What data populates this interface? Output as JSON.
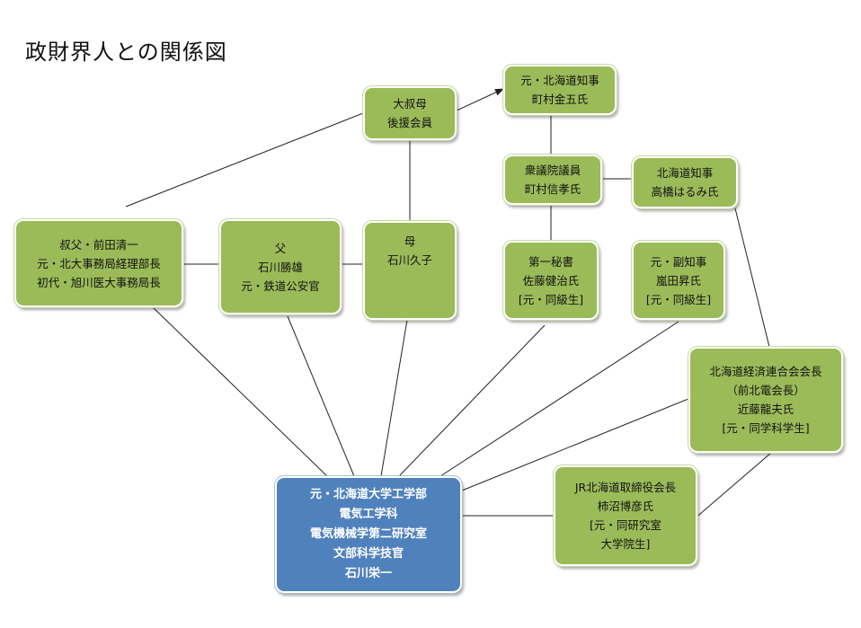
{
  "title": "政財界人との関係図",
  "colors": {
    "node_green": "#9bbb59",
    "node_blue": "#4f81bd",
    "edge": "#222222"
  },
  "nodes": {
    "great_aunt": [
      "大叔母",
      "後援会員"
    ],
    "fmr_governor": [
      "元・北海道知事",
      "町村金五氏"
    ],
    "representative": [
      "衆議院議員",
      "町村信孝氏"
    ],
    "governor": [
      "北海道知事",
      "高橋はるみ氏"
    ],
    "uncle": [
      "叔父・前田清一",
      "元・北大事務局経理部長",
      "初代・旭川医大事務局長"
    ],
    "father": [
      "父",
      "石川勝雄",
      "元・鉄道公安官"
    ],
    "mother": [
      "母",
      "石川久子"
    ],
    "secretary": [
      "第一秘書",
      "佐藤健治氏",
      "[元・同級生]"
    ],
    "vice_governor": [
      "元・副知事",
      "嵐田昇氏",
      "[元・同級生]"
    ],
    "keizai": [
      "北海道経済連合会会長",
      "（前北電会長）",
      "近藤龍夫氏",
      "[元・同学科学生]"
    ],
    "jr": [
      "JR北海道取締役会長",
      "柿沼博彦氏",
      "[元・同研究室",
      "大学院生]"
    ],
    "center": [
      "元・北海道大学工学部",
      "電気工学科",
      "電気機械学第二研究室",
      "文部科学技官",
      "石川栄一"
    ]
  }
}
